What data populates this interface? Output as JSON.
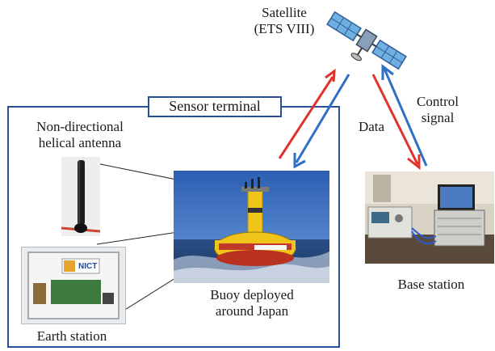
{
  "satellite": {
    "label_line1": "Satellite",
    "label_line2": "(ETS VIII)"
  },
  "terminal": {
    "title": "Sensor terminal"
  },
  "antenna": {
    "label_line1": "Non-directional",
    "label_line2": "helical antenna"
  },
  "buoy": {
    "label_line1": "Buoy deployed",
    "label_line2": "around Japan"
  },
  "earth_station": {
    "label": "Earth station",
    "logo_text": "NICT"
  },
  "base_station": {
    "label": "Base station"
  },
  "links": {
    "data_label": "Data",
    "control_label_line1": "Control",
    "control_label_line2": "signal"
  },
  "colors": {
    "frame": "#2a4f9a",
    "uplink": "#e0322c",
    "downlink": "#2f6fc6"
  }
}
